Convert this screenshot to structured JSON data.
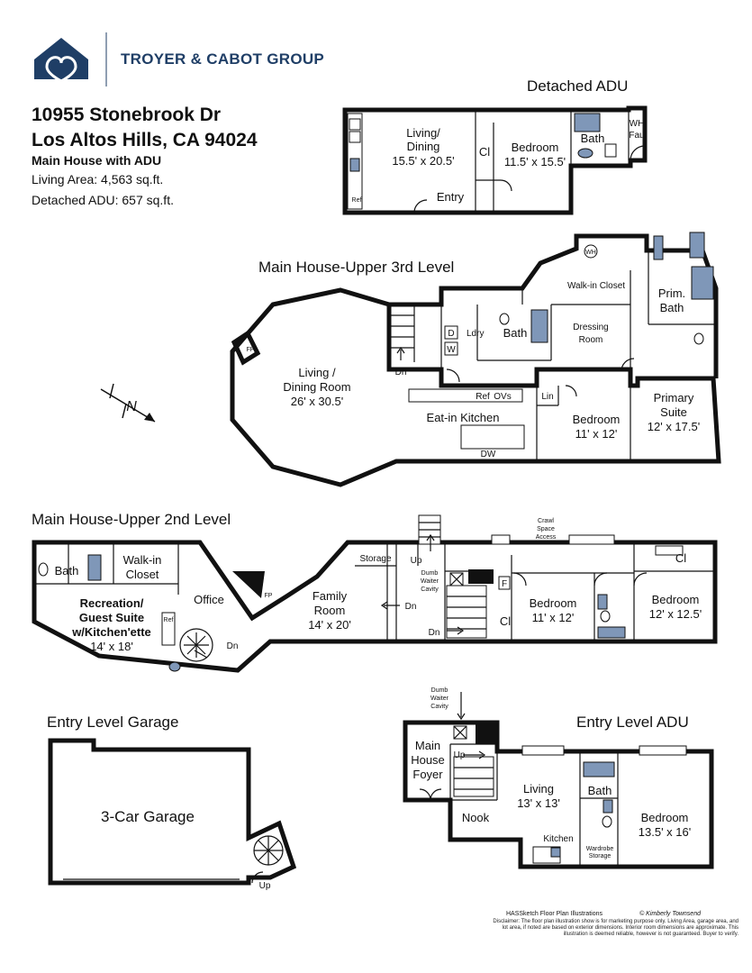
{
  "brand": {
    "name": "TROYER & CABOT GROUP",
    "logo_icon": "house-heart-logo-icon",
    "color": "#1f3e66"
  },
  "property": {
    "street": "10955 Stonebrook Dr",
    "city": "Los Altos Hills, CA 94024",
    "kind": "Main House with ADU",
    "living_area": "Living Area: 4,563 sq.ft.",
    "adu_area": "Detached ADU: 657 sq.ft."
  },
  "sections": {
    "detached_adu": "Detached ADU",
    "upper3": "Main House-Upper 3rd Level",
    "upper2": "Main House-Upper 2nd Level",
    "garage": "Entry Level Garage",
    "entry_adu": "Entry Level ADU"
  },
  "detached_adu": {
    "living": "Living/",
    "living2": "Dining",
    "living_dim": "15.5' x 20.5'",
    "bedroom": "Bedroom",
    "bedroom_dim": "11.5' x 15.5'",
    "bath": "Bath",
    "closet": "Cl",
    "wh": "WH",
    "fau": "Fau",
    "entry": "Entry",
    "ref": "Ref"
  },
  "upper3": {
    "living": "Living /",
    "living2": "Dining Room",
    "living_dim": "26' x 30.5'",
    "fp": "FP",
    "dn": "Dn",
    "d": "D",
    "w": "W",
    "ldry": "Ldry",
    "bath": "Bath",
    "walkin": "Walk-in Closet",
    "dressing": "Dressing",
    "dressing2": "Room",
    "prim_bath": "Prim.",
    "prim_bath2": "Bath",
    "wh": "WH",
    "kitchen": "Eat-in Kitchen",
    "ref": "Ref",
    "ovs": "OVs",
    "dw": "DW",
    "lin": "Lin",
    "bedroom": "Bedroom",
    "bedroom_dim": "11' x 12'",
    "primary": "Primary",
    "primary2": "Suite",
    "primary_dim": "12' x 17.5'"
  },
  "upper2": {
    "bath": "Bath",
    "walkin": "Walk-in",
    "walkin2": "Closet",
    "rec": "Recreation/",
    "rec2": "Guest Suite",
    "rec3": "w/Kitchen'ette",
    "rec_dim": "14' x 18'",
    "office": "Office",
    "ref": "Ref",
    "dn": "Dn",
    "fp": "FP",
    "family": "Family",
    "family2": "Room",
    "family_dim": "14' x 20'",
    "storage": "Storage",
    "up": "Up",
    "dumb": "Dumb",
    "dumb2": "Waiter",
    "dumb3": "Cavity",
    "crawl": "Crawl",
    "crawl2": "Space",
    "crawl3": "Access",
    "f": "F",
    "cl": "Cl",
    "cl2": "Cl",
    "bed1": "Bedroom",
    "bed1_dim": "11' x 12'",
    "bed2": "Bedroom",
    "bed2_dim": "12' x 12.5'"
  },
  "garage": {
    "label": "3-Car Garage",
    "up": "Up"
  },
  "entry_adu": {
    "dumb": "Dumb",
    "dumb2": "Waiter",
    "dumb3": "Cavity",
    "foyer": "Main",
    "foyer2": "House",
    "foyer3": "Foyer",
    "up": "Up",
    "living": "Living",
    "living_dim": "13' x 13'",
    "bath": "Bath",
    "nook": "Nook",
    "kitchen": "Kitchen",
    "wardrobe": "Wardrobe",
    "wardrobe2": "Storage",
    "bedroom": "Bedroom",
    "bedroom_dim": "13.5' x 16'"
  },
  "compass": {
    "label": "N"
  },
  "credits": {
    "maker": "HASSketch Floor Plan Illustrations",
    "author": "© Kimberly Townsend",
    "disclaimer": "Disclaimer: The floor plan illustration show is for marketing purpose only. Living Area, garage area, and lot area, if noted are based on exterior dimensions. Interior room dimensions are approximate. This illustration is deemed reliable, however is not guaranteed. Buyer to verify."
  },
  "colors": {
    "fixture_blue": "#7f97b8",
    "wall": "#111111"
  }
}
